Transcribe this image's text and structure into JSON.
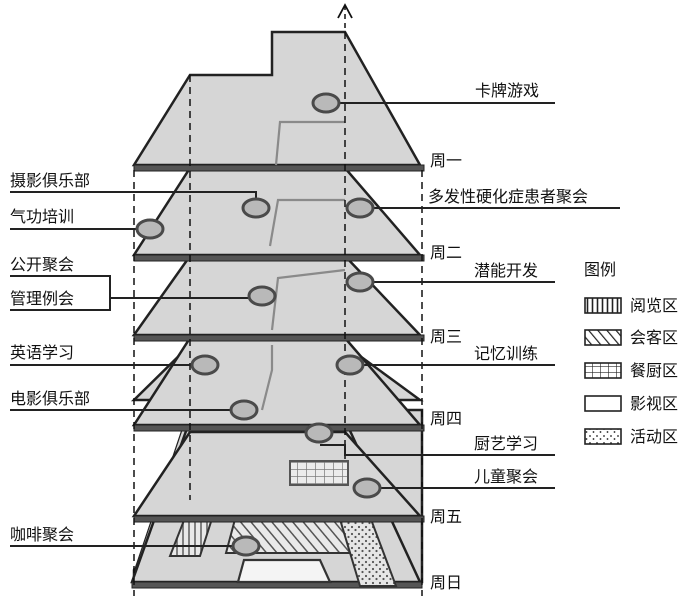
{
  "levels": [
    "周一",
    "周二",
    "周三",
    "周四",
    "周五",
    "周日"
  ],
  "activities": {
    "card_games": "卡牌游戏",
    "photo_club": "摄影俱乐部",
    "ms_meeting": "多发性硬化症患者聚会",
    "qigong": "气功培训",
    "public_meeting": "公开聚会",
    "potential": "潜能开发",
    "management": "管理例会",
    "english": "英语学习",
    "memory": "记忆训练",
    "film_club": "电影俱乐部",
    "cooking": "厨艺学习",
    "children": "儿童聚会",
    "coffee": "咖啡聚会"
  },
  "legend": {
    "title": "图例",
    "items": [
      {
        "label": "阅览区",
        "pattern": "vertical-lines"
      },
      {
        "label": "会客区",
        "pattern": "diagonal-lines"
      },
      {
        "label": "餐厨区",
        "pattern": "grid"
      },
      {
        "label": "影视区",
        "pattern": "empty"
      },
      {
        "label": "活动区",
        "pattern": "dots"
      }
    ]
  }
}
